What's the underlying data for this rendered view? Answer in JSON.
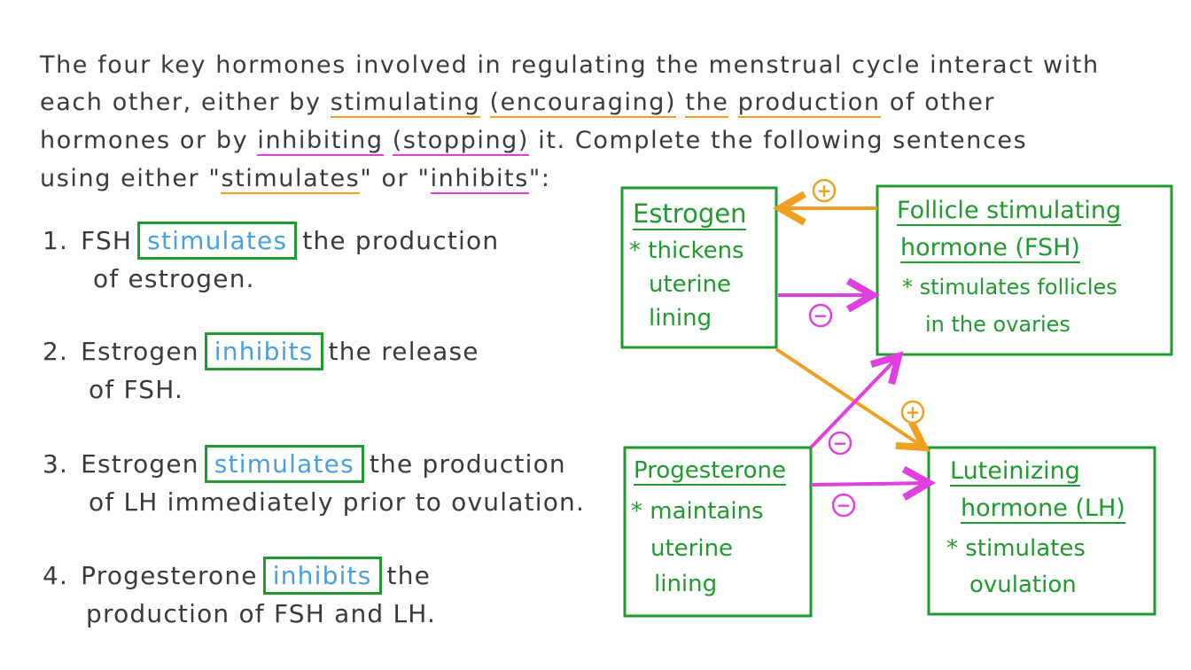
{
  "intro": [
    [
      {
        "t": "The four key hormones involved in regulating the menstrual cycle interact with",
        "u": ""
      }
    ],
    [
      {
        "t": "each other, either by ",
        "u": ""
      },
      {
        "t": "stimulating",
        "u": "o"
      },
      {
        "t": " ",
        "u": ""
      },
      {
        "t": "(encouraging)",
        "u": "o"
      },
      {
        "t": " ",
        "u": ""
      },
      {
        "t": "the",
        "u": "o"
      },
      {
        "t": " ",
        "u": ""
      },
      {
        "t": "production",
        "u": "o"
      },
      {
        "t": " of other",
        "u": ""
      }
    ],
    [
      {
        "t": "hormones or by ",
        "u": ""
      },
      {
        "t": "inhibiting",
        "u": "m"
      },
      {
        "t": " ",
        "u": ""
      },
      {
        "t": "(stopping)",
        "u": "m"
      },
      {
        "t": " it. Complete the following sentences",
        "u": ""
      }
    ],
    [
      {
        "t": "using either \"",
        "u": ""
      },
      {
        "t": "stimulates",
        "u": "o"
      },
      {
        "t": "\" or \"",
        "u": ""
      },
      {
        "t": "inhibits",
        "u": "m"
      },
      {
        "t": "\":",
        "u": ""
      }
    ]
  ],
  "items": [
    {
      "num": "1.",
      "before": "FSH",
      "answer": "stimulates",
      "after": "the production",
      "line2": "of estrogen."
    },
    {
      "num": "2.",
      "before": "Estrogen",
      "answer": "inhibits",
      "after": "the release",
      "line2": "of FSH."
    },
    {
      "num": "3.",
      "before": "Estrogen",
      "answer": "stimulates",
      "after": "the production",
      "line2": "of LH immediately prior to ovulation."
    },
    {
      "num": "4.",
      "before": "Progesterone",
      "answer": "inhibits",
      "after": "the",
      "line2": "production of FSH and LH."
    }
  ],
  "diagram": {
    "estrogen": {
      "title": "Estrogen",
      "notes": [
        "* thickens",
        "uterine",
        "lining"
      ]
    },
    "fsh": {
      "title1": "Follicle stimulating",
      "title2": "hormone (FSH)",
      "notes": [
        "* stimulates follicles",
        "in the ovaries"
      ]
    },
    "progesterone": {
      "title": "Progesterone",
      "notes": [
        "* maintains",
        "uterine",
        "lining"
      ]
    },
    "lh": {
      "title1": "Luteinizing",
      "title2": "hormone (LH)",
      "notes": [
        "* stimulates",
        "ovulation"
      ]
    },
    "plus": "+",
    "minus": "−"
  },
  "colors": {
    "green": "#1f9a2e",
    "orange": "#f0a020",
    "magenta": "#e040e0",
    "blue": "#4a9fe0"
  }
}
